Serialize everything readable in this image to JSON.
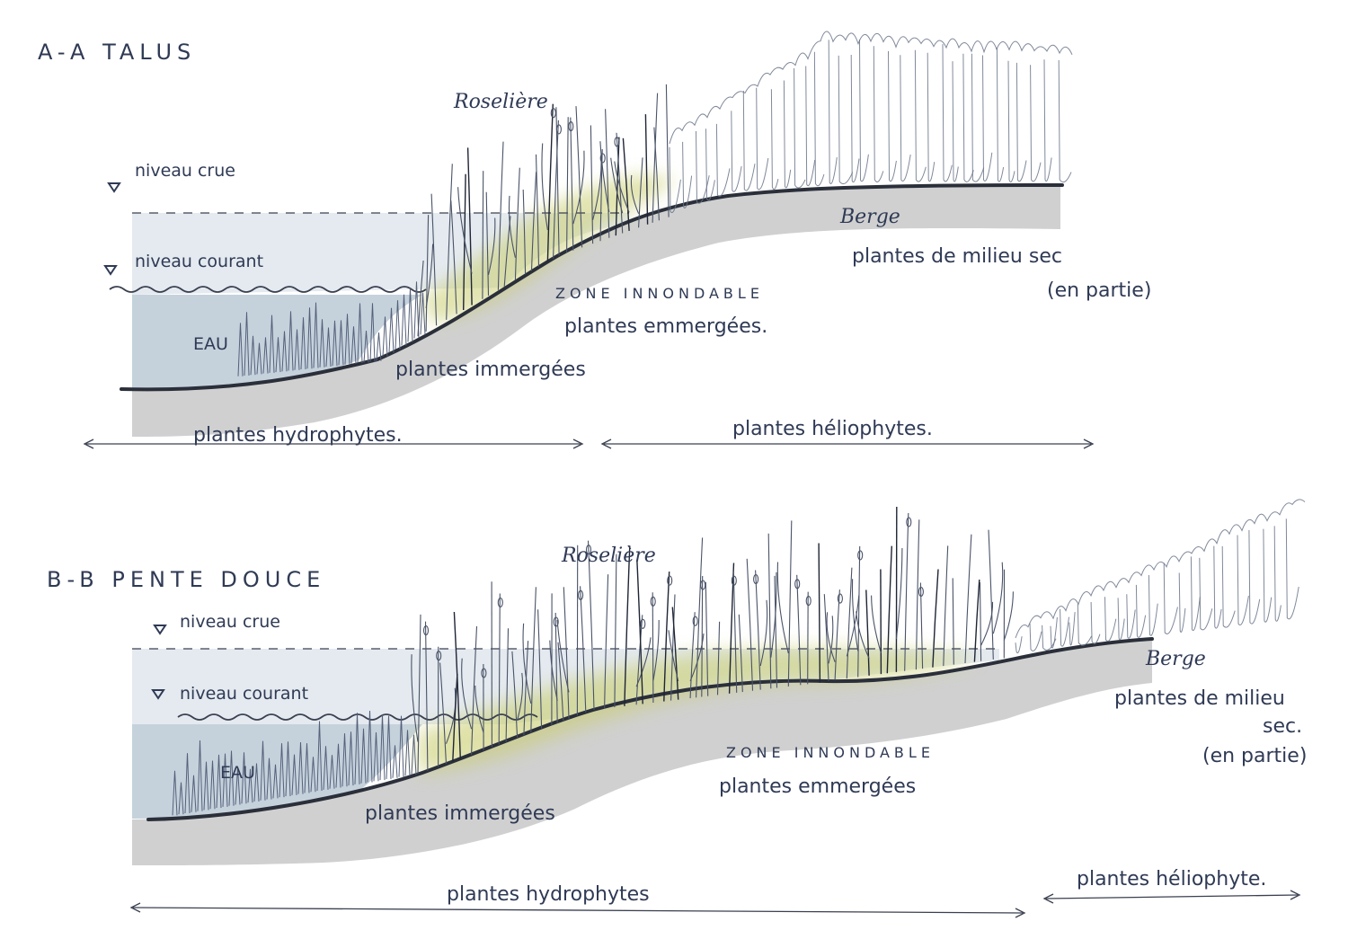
{
  "sections": [
    {
      "id": "A",
      "title": "A-A  TALUS",
      "labels": {
        "roseliere": "Roselière",
        "niveau_crue": "niveau crue",
        "niveau_courant": "niveau courant",
        "eau": "EAU",
        "berge": "Berge",
        "milieu_sec_1": "plantes de milieu sec",
        "milieu_sec_2": "(en partie)",
        "zone_1": "ZONE INNONDABLE",
        "zone_2": "plantes emmergées.",
        "immergees": "plantes immergées",
        "hydrophytes": "plantes hydrophytes.",
        "heliophytes": "plantes héliophytes."
      }
    },
    {
      "id": "B",
      "title": "B-B  PENTE DOUCE",
      "labels": {
        "roseliere": "Roselière",
        "niveau_crue": "niveau crue",
        "niveau_courant": "niveau courant",
        "eau": "EAU",
        "berge": "Berge",
        "milieu_sec_1": "plantes de milieu",
        "milieu_sec_2": "sec.",
        "milieu_sec_3": "(en partie)",
        "zone_1": "ZONE INNONDABLE",
        "zone_2": "plantes emmergées",
        "immergees": "plantes immergées",
        "hydrophytes": "plantes hydrophytes",
        "heliophytes": "plantes héliophyte."
      }
    }
  ],
  "colors": {
    "water_flood": "#e4eaef",
    "water": "#c5d2dc",
    "soil": "#d0d0d0",
    "ground_line": "#2a2f3a",
    "ink": "#2f3a55",
    "marsh_glow": "#c9cd6e"
  }
}
